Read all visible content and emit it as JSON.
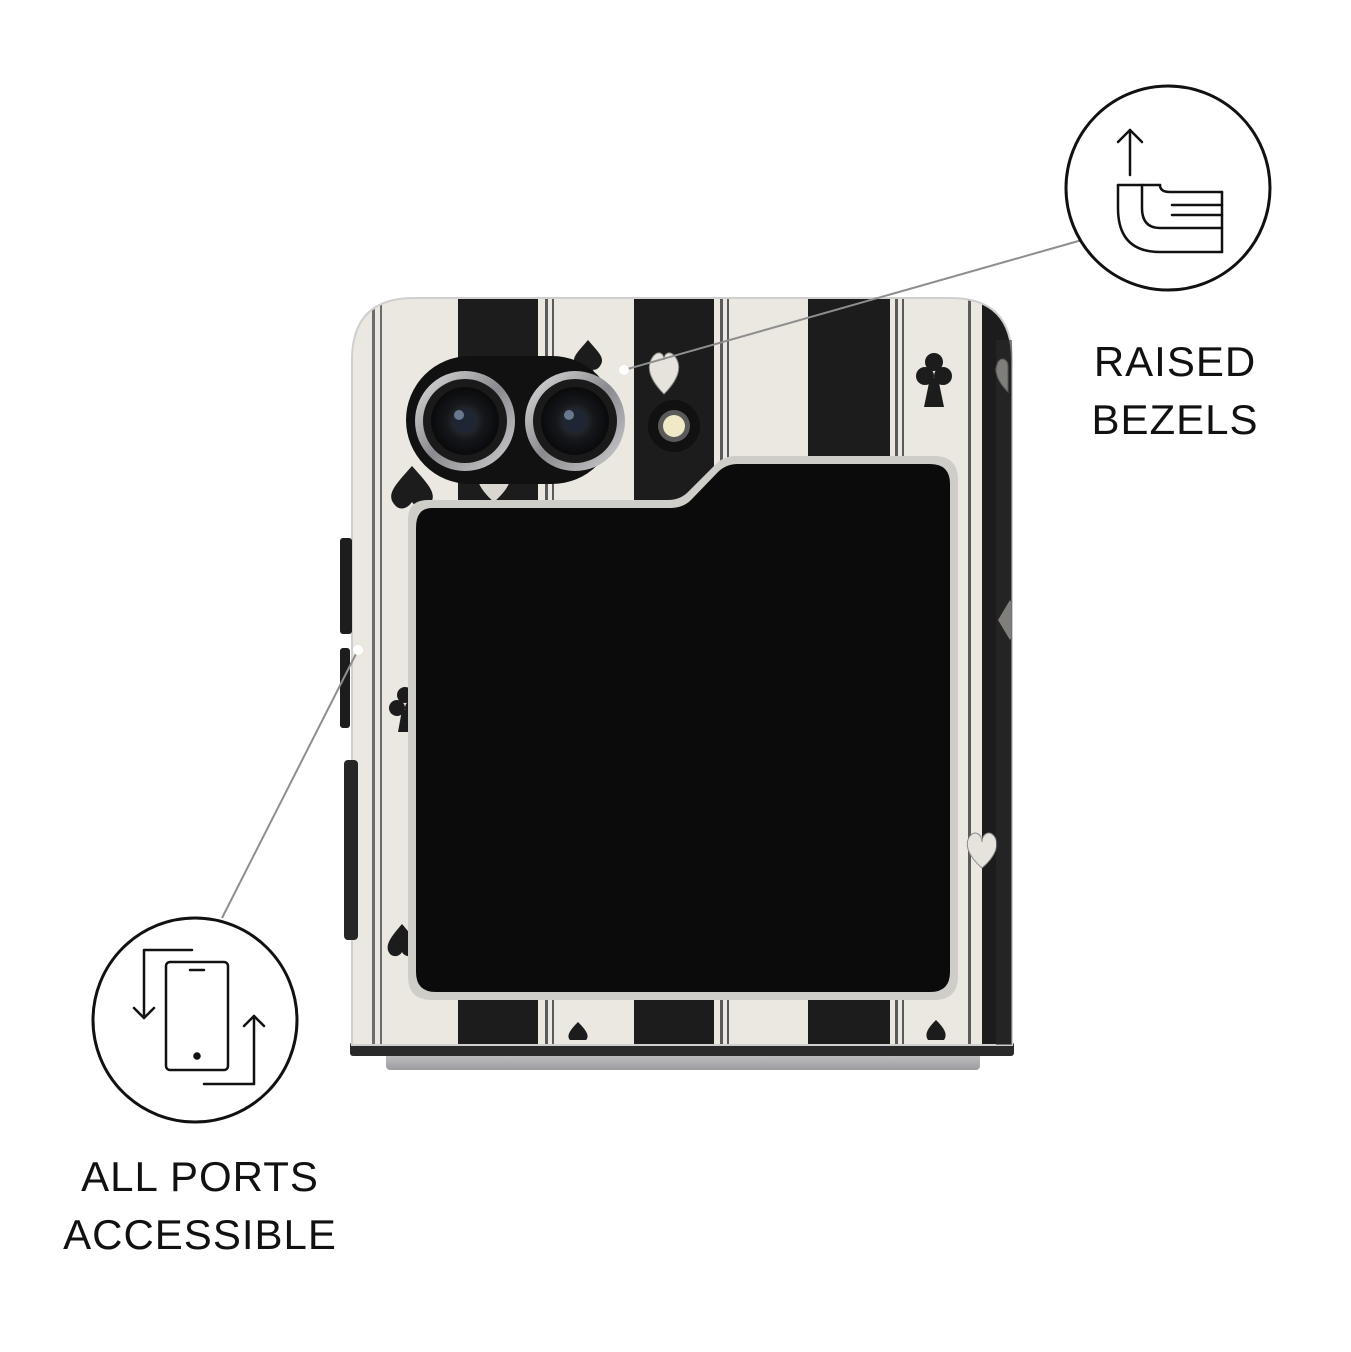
{
  "callouts": {
    "raised_bezels": {
      "line1": "RAISED",
      "line2": "BEZELS",
      "icon": "raised-bezel-icon"
    },
    "all_ports": {
      "line1": "ALL PORTS",
      "line2": "ACCESSIBLE",
      "icon": "ports-rotate-icon"
    }
  },
  "product": {
    "colors": {
      "cream": "#ebe8e1",
      "stripe": "#1c1c1c",
      "screen": "#0b0b0b",
      "hinge": "#b9b9bb",
      "line": "#8e8e8e"
    }
  }
}
